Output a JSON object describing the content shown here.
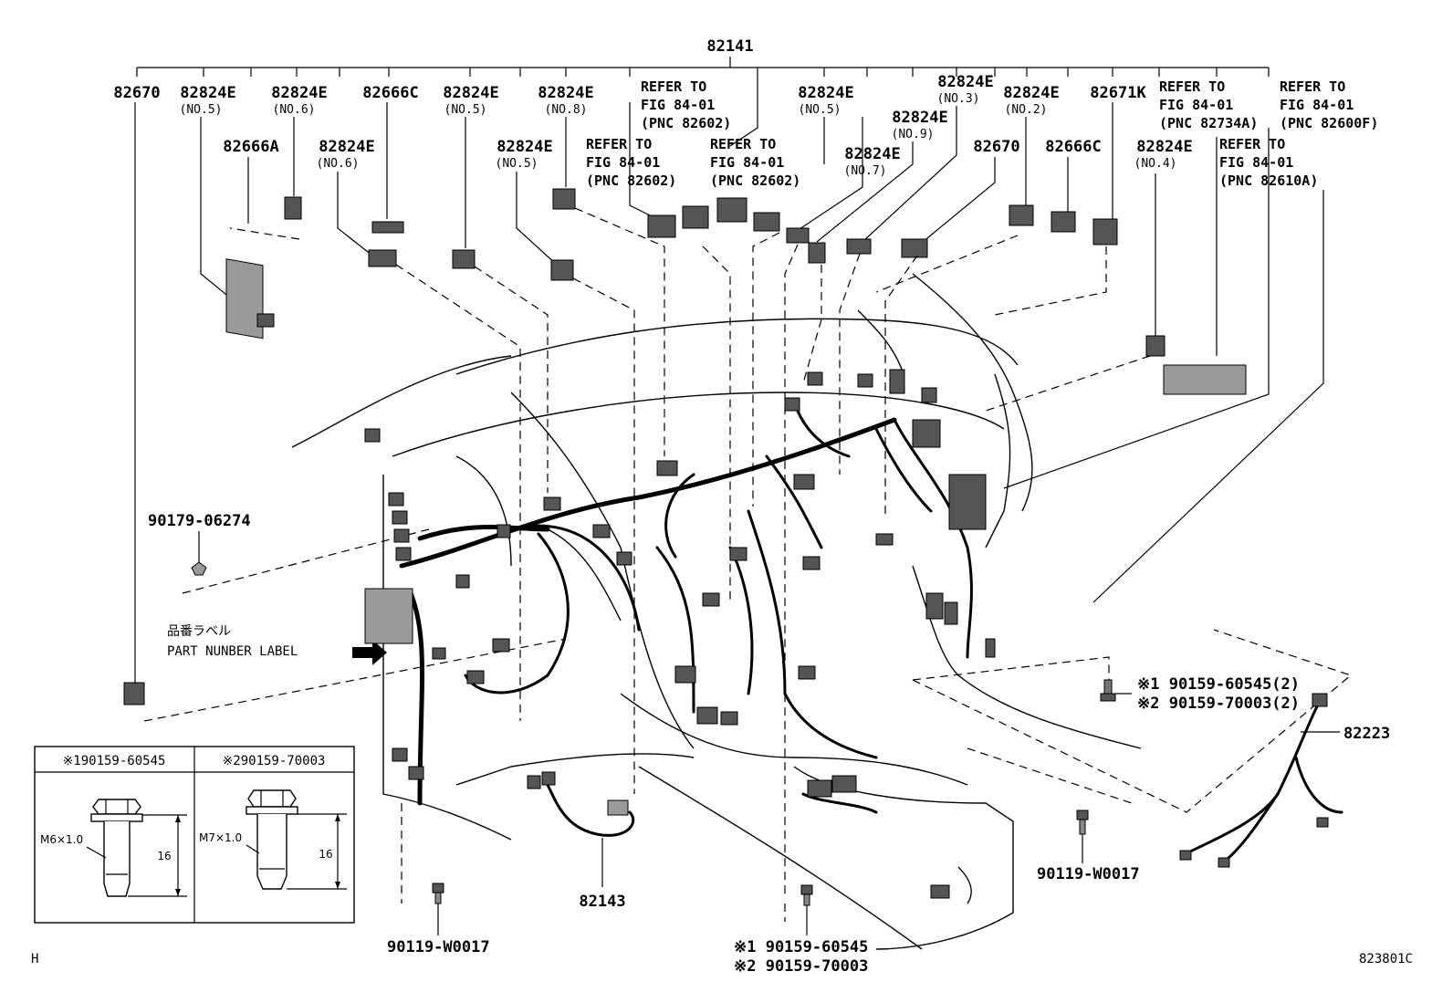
{
  "main_part": "82141",
  "top_labels": [
    {
      "pn": "82670",
      "sub": ""
    },
    {
      "pn": "82824E",
      "sub": "(NO.5)"
    },
    {
      "pn": "82824E",
      "sub": "(NO.6)"
    },
    {
      "pn": "82666C",
      "sub": ""
    },
    {
      "pn": "82824E",
      "sub": "(NO.5)"
    },
    {
      "pn": "82824E",
      "sub": "(NO.8)"
    },
    {
      "pn": "82824E",
      "sub": "(NO.5)"
    },
    {
      "pn": "82824E",
      "sub": "(NO.3)"
    },
    {
      "pn": "82824E",
      "sub": "(NO.2)"
    },
    {
      "pn": "82671K",
      "sub": ""
    }
  ],
  "second_labels": [
    {
      "pn": "82666A",
      "sub": ""
    },
    {
      "pn": "82824E",
      "sub": "(NO.6)"
    },
    {
      "pn": "82824E",
      "sub": "(NO.5)"
    },
    {
      "pn": "82824E",
      "sub": "(NO.9)"
    },
    {
      "pn": "82824E",
      "sub": "(NO.7)"
    },
    {
      "pn": "82670",
      "sub": ""
    },
    {
      "pn": "82666C",
      "sub": ""
    },
    {
      "pn": "82824E",
      "sub": "(NO.4)"
    }
  ],
  "refer_notes": [
    {
      "l1": "REFER TO",
      "l2": "FIG 84-01",
      "l3": "(PNC 82602)"
    },
    {
      "l1": "REFER TO",
      "l2": "FIG 84-01",
      "l3": "(PNC 82602)"
    },
    {
      "l1": "REFER TO",
      "l2": "FIG 84-01",
      "l3": "(PNC 82602)"
    },
    {
      "l1": "REFER TO",
      "l2": "FIG 84-01",
      "l3": "(PNC 82734A)"
    },
    {
      "l1": "REFER TO",
      "l2": "FIG 84-01",
      "l3": "(PNC 82600F)"
    },
    {
      "l1": "REFER TO",
      "l2": "FIG 84-01",
      "l3": "(PNC 82610A)"
    }
  ],
  "clip_left": "90179-06274",
  "part_label_jp": "品番ラベル",
  "part_label_en": "PART NUNBER LABEL",
  "bolt_right": {
    "l1": "※1 90159-60545(2)",
    "l2": "※2 90159-70003(2)"
  },
  "part_82223": "82223",
  "part_82143": "82143",
  "bolt_90119_a": "90119-W0017",
  "bolt_90119_b": "90119-W0017",
  "bolt_bottom": {
    "l1": "※1 90159-60545",
    "l2": "※2 90159-70003"
  },
  "inset": {
    "left_title": "※190159-60545",
    "right_title": "※290159-70003",
    "left_thread": "M6×1.0",
    "right_thread": "M7×1.0",
    "left_len": "16",
    "right_len": "16"
  },
  "corner_left": "H",
  "figure_code": "823801C"
}
